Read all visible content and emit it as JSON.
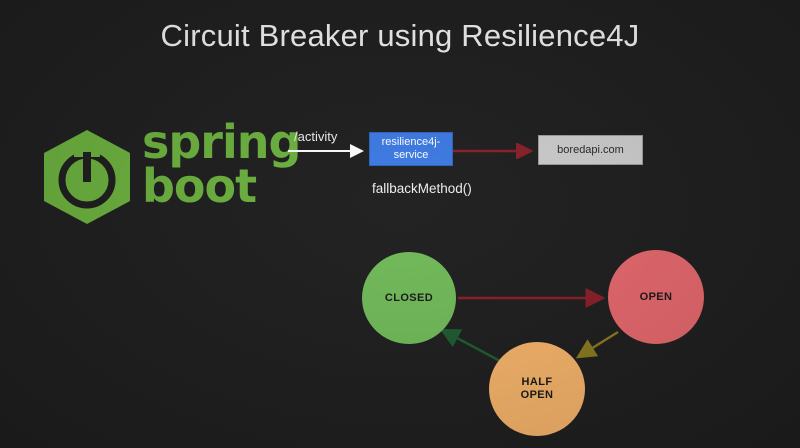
{
  "slide": {
    "title": "Circuit Breaker using Resilience4J",
    "background_color": "#1f1f1f",
    "title_color": "#f2f2f2"
  },
  "logo": {
    "name": "spring-boot-logo",
    "line1": "spring",
    "line2": "boot",
    "color": "#6DB33F"
  },
  "flow": {
    "request_label": "/activity",
    "fallback_label": "fallbackMethod()",
    "service_box": {
      "label": "resilience4j-service",
      "line1": "resilience4j-",
      "line2": "service",
      "fill": "#3d7ae4",
      "text_color": "#ffffff"
    },
    "external_box": {
      "label": "boredapi.com",
      "fill": "#cfcfcf",
      "text_color": "#2a2a2a"
    },
    "arrows": [
      {
        "name": "request-arrow",
        "from": "client",
        "to": "resilience4j-service",
        "color": "#ffffff"
      },
      {
        "name": "downstream-arrow",
        "from": "resilience4j-service",
        "to": "boredapi.com",
        "color": "#8b1f28"
      }
    ]
  },
  "state_machine": {
    "states": [
      {
        "id": "closed",
        "label": "CLOSED",
        "fill": "#72bc5a"
      },
      {
        "id": "open",
        "label": "OPEN",
        "fill": "#e8696e"
      },
      {
        "id": "half_open",
        "label_line1": "HALF",
        "label_line2": "OPEN",
        "label": "HALF OPEN",
        "fill": "#f8b56b"
      }
    ],
    "transitions": [
      {
        "name": "closed-to-open",
        "from": "CLOSED",
        "to": "OPEN",
        "color": "#8b1f28"
      },
      {
        "name": "open-to-half-open",
        "from": "OPEN",
        "to": "HALF OPEN",
        "color": "#8a7a1e"
      },
      {
        "name": "half-open-to-closed",
        "from": "HALF OPEN",
        "to": "CLOSED",
        "color": "#1e5c31"
      }
    ]
  }
}
